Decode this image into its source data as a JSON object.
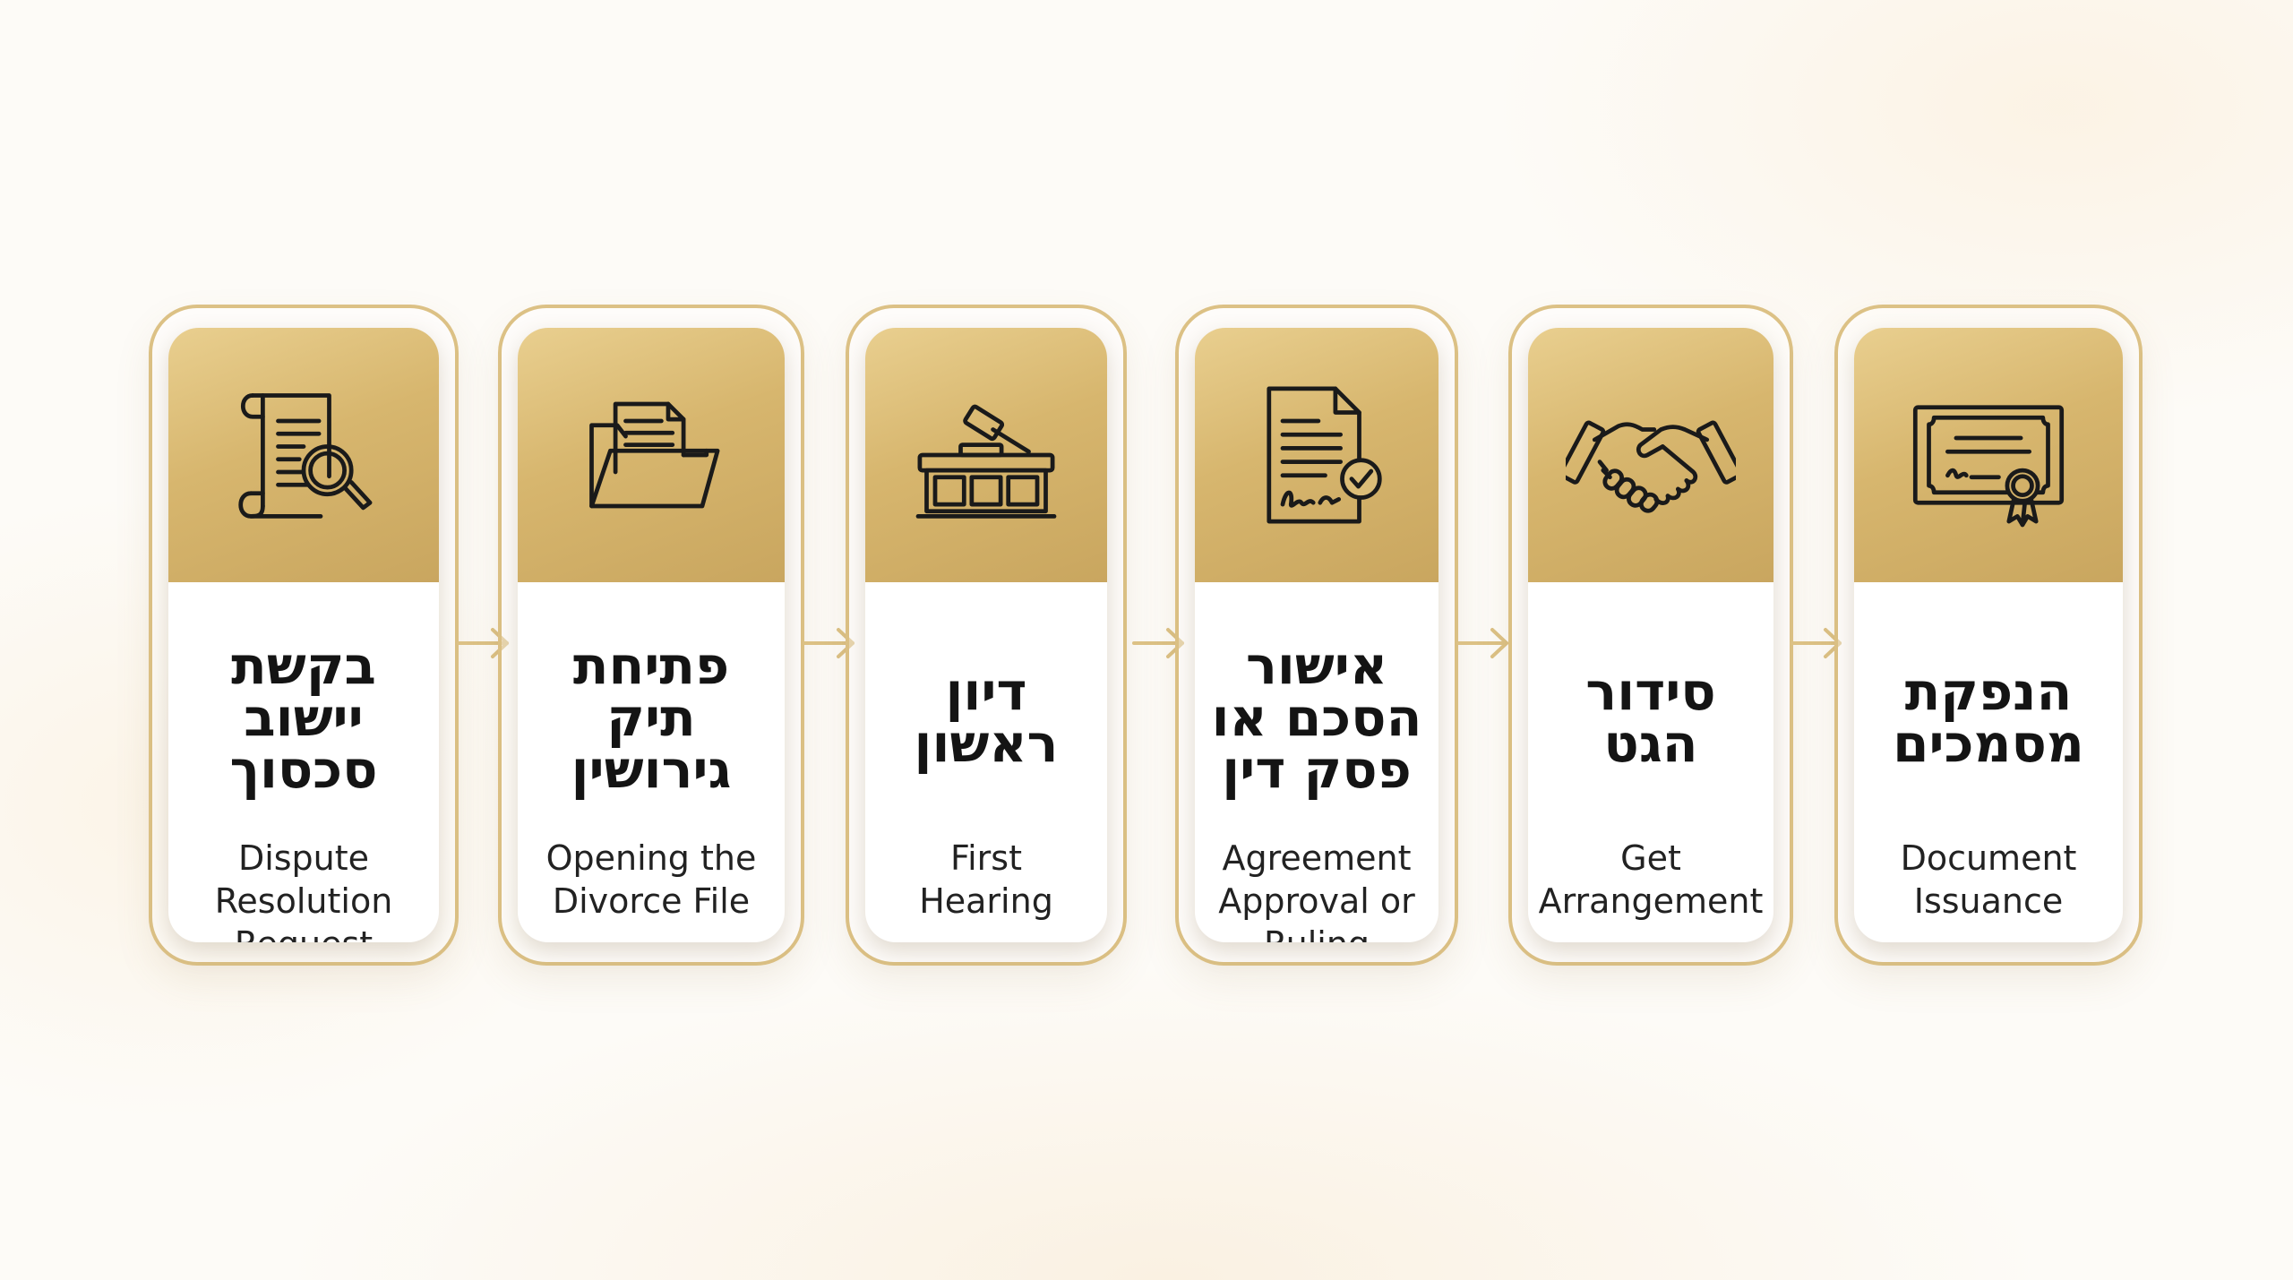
{
  "colors": {
    "gold_light": "#e9cf8f",
    "gold_dark": "#c9a65f",
    "border_gold": "#dcc185",
    "text": "#141414"
  },
  "steps": [
    {
      "title_he": "בקשת\nיישוב\nסכסוך",
      "title_en": "Dispute\nResolution\nRequest",
      "icon": "scroll-magnifier-icon"
    },
    {
      "title_he": "פתיחת\nתיק\nגירושין",
      "title_en": "Opening the\nDivorce File",
      "icon": "folder-documents-icon"
    },
    {
      "title_he": "דיון\nראשון",
      "title_en": "First\nHearing",
      "icon": "gavel-bench-icon"
    },
    {
      "title_he": "אישור\nהסכם או\nפסק דין",
      "title_en": "Agreement\nApproval or\nRuling",
      "icon": "signed-document-check-icon"
    },
    {
      "title_he": "סידור\nהגט",
      "title_en": "Get\nArrangement",
      "icon": "handshake-icon"
    },
    {
      "title_he": "הנפקת\nמסמכים",
      "title_en": "Document\nIssuance",
      "icon": "certificate-ribbon-icon"
    }
  ]
}
